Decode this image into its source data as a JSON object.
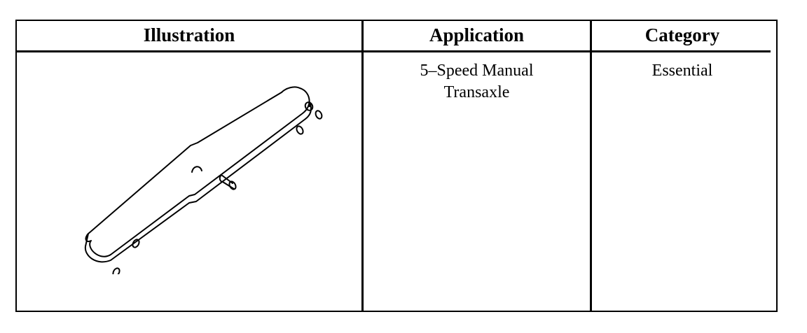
{
  "table": {
    "headers": {
      "illustration": "Illustration",
      "application": "Application",
      "category": "Category"
    },
    "rows": [
      {
        "illustration_icon": "bracket-tool-icon",
        "application_line1": "5–Speed Manual",
        "application_line2": "Transaxle",
        "category": "Essential"
      }
    ]
  }
}
